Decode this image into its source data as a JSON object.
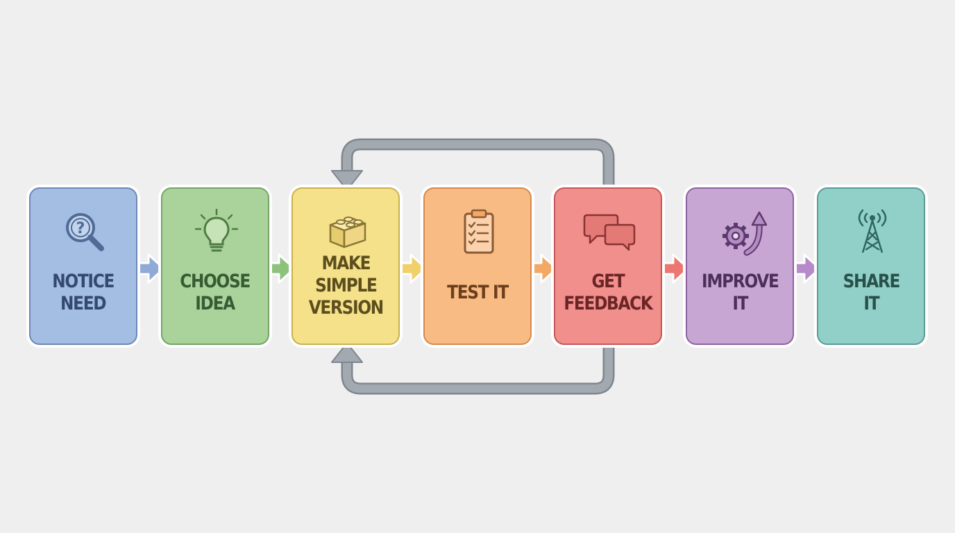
{
  "steps": [
    {
      "label": "NOTICE\nNEED",
      "icon": "magnifier-question-icon",
      "fill": "#a4bde3",
      "border": "#6b88b7",
      "text": "#34496e",
      "arrow": "#8faad6"
    },
    {
      "label": "CHOOSE\nIDEA",
      "icon": "lightbulb-icon",
      "fill": "#a9d39b",
      "border": "#72a565",
      "text": "#385b33",
      "arrow": "#8cc27c"
    },
    {
      "label": "MAKE\nSIMPLE\nVERSION",
      "icon": "building-block-icon",
      "fill": "#f4e18a",
      "border": "#c9b050",
      "text": "#5c4e1e",
      "arrow": "#f1cf6a"
    },
    {
      "label": "TEST IT",
      "icon": "clipboard-checklist-icon",
      "fill": "#f8bb84",
      "border": "#d5894f",
      "text": "#6b3f1c",
      "arrow": "#f4a865"
    },
    {
      "label": "GET\nFEEDBACK",
      "icon": "speech-bubbles-icon",
      "fill": "#f08f8c",
      "border": "#c45858",
      "text": "#6a2525",
      "arrow": "#ec7670"
    },
    {
      "label": "IMPROVE\nIT",
      "icon": "gear-arrow-up-icon",
      "fill": "#c8a6d3",
      "border": "#8d63a0",
      "text": "#4c2e5a",
      "arrow": "#b78ac9"
    },
    {
      "label": "SHARE\nIT",
      "icon": "broadcast-tower-icon",
      "fill": "#90d0c8",
      "border": "#5a9c94",
      "text": "#295049",
      "arrow": null
    }
  ],
  "loop_color": "#a3a9b0"
}
